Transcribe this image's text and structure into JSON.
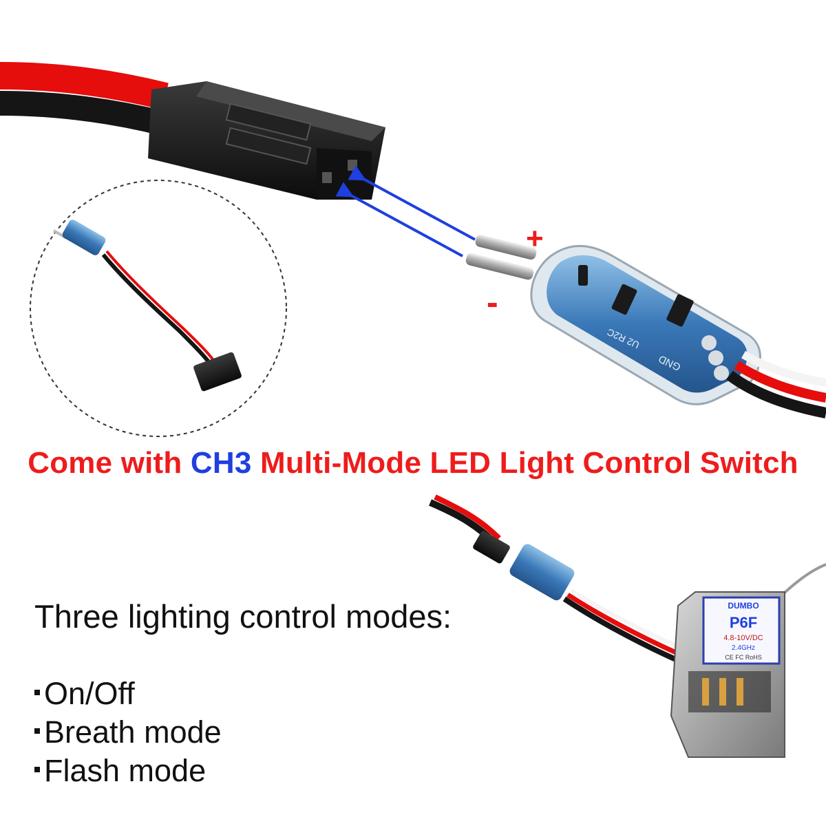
{
  "headline": {
    "part1": "Come with ",
    "part2": "CH3",
    "part3": " Multi-Mode LED Light Control Switch"
  },
  "polarity": {
    "plus": "+",
    "minus": "-"
  },
  "modes": {
    "title": "Three lighting control modes:",
    "items": [
      "On/Off",
      "Breath mode",
      "Flash mode"
    ]
  },
  "module_labels": {
    "gnd": "GND",
    "silkscreen": "U2 R2C"
  },
  "receiver": {
    "model": "P6F",
    "brand": "DUMBO",
    "freq": "2.4GHz",
    "voltage": "4.8-10V/DC",
    "cert": "CE FC RoHS"
  },
  "colors": {
    "text_red": "#ee1c1c",
    "text_blue": "#1f3fe0",
    "wire_red": "#e60d0d",
    "wire_black": "#151515",
    "arrow_blue": "#1f3fe0",
    "pcb_blue": "#3a78b8"
  }
}
